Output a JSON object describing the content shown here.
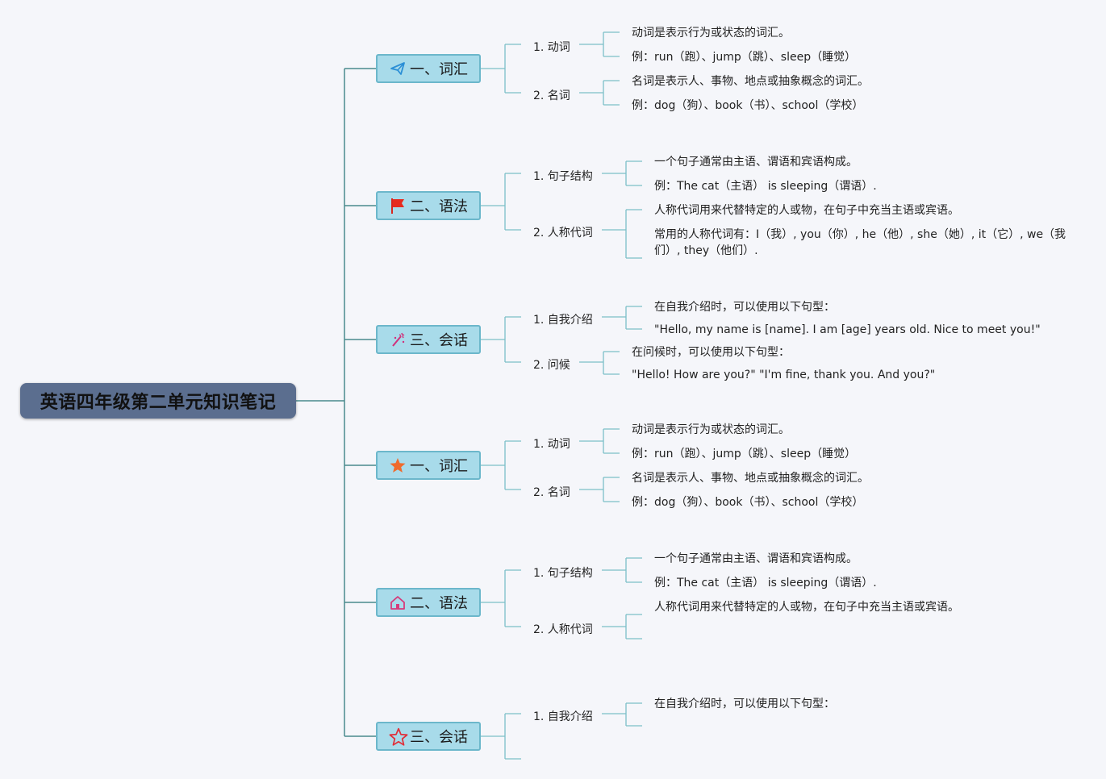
{
  "root_title": "英语四年级第二单元知识笔记",
  "branches": [
    {
      "label": "一、词汇",
      "icon": "paper-plane-icon",
      "subs": [
        {
          "label": "1. 动词",
          "leaves": [
            "动词是表示行为或状态的词汇。",
            "例：run（跑）、jump（跳）、sleep（睡觉）"
          ]
        },
        {
          "label": "2. 名词",
          "leaves": [
            "名词是表示人、事物、地点或抽象概念的词汇。",
            "例：dog（狗）、book（书）、school（学校）"
          ]
        }
      ]
    },
    {
      "label": "二、语法",
      "icon": "red-flag-icon",
      "subs": [
        {
          "label": "1. 句子结构",
          "leaves": [
            "一个句子通常由主语、谓语和宾语构成。",
            "例：The cat（主语） is sleeping（谓语）."
          ]
        },
        {
          "label": "2. 人称代词",
          "leaves": [
            "人称代词用来代替特定的人或物，在句子中充当主语或宾语。",
            "常用的人称代词有：I（我）, you（你）, he（他）, she（她）, it（它）, we（我",
            "们）, they（他们）."
          ]
        }
      ]
    },
    {
      "label": "三、会话",
      "icon": "magic-wand-icon",
      "subs": [
        {
          "label": "1. 自我介绍",
          "leaves": [
            "在自我介绍时，可以使用以下句型：",
            "\"Hello, my name is [name]. I am [age] years old. Nice to meet you!\""
          ]
        },
        {
          "label": "2. 问候",
          "leaves": [
            "在问候时，可以使用以下句型：",
            "\"Hello! How are you?\" \"I'm fine, thank you. And you?\""
          ]
        }
      ]
    },
    {
      "label": "一、词汇",
      "icon": "orange-star-icon",
      "subs": [
        {
          "label": "1. 动词",
          "leaves": [
            "动词是表示行为或状态的词汇。",
            "例：run（跑）、jump（跳）、sleep（睡觉）"
          ]
        },
        {
          "label": "2. 名词",
          "leaves": [
            "名词是表示人、事物、地点或抽象概念的词汇。",
            "例：dog（狗）、book（书）、school（学校）"
          ]
        }
      ]
    },
    {
      "label": "二、语法",
      "icon": "house-icon",
      "subs": [
        {
          "label": "1. 句子结构",
          "leaves": [
            "一个句子通常由主语、谓语和宾语构成。",
            "例：The cat（主语） is sleeping（谓语）."
          ]
        },
        {
          "label": "2. 人称代词",
          "leaves": [
            "人称代词用来代替特定的人或物，在句子中充当主语或宾语。"
          ]
        }
      ]
    },
    {
      "label": "三、会话",
      "icon": "star-outline-icon",
      "subs": [
        {
          "label": "1. 自我介绍",
          "leaves": [
            "在自我介绍时，可以使用以下句型："
          ]
        },
        {
          "label": "",
          "leaves": []
        }
      ]
    }
  ],
  "colors": {
    "background": "#f5f6fa",
    "root_fill": "#5b6e8f",
    "branch_fill": "#a8dbea",
    "branch_border": "#6cb7cb",
    "connector": "#4a8a8c",
    "sub_connector": "#7cbfc8"
  }
}
